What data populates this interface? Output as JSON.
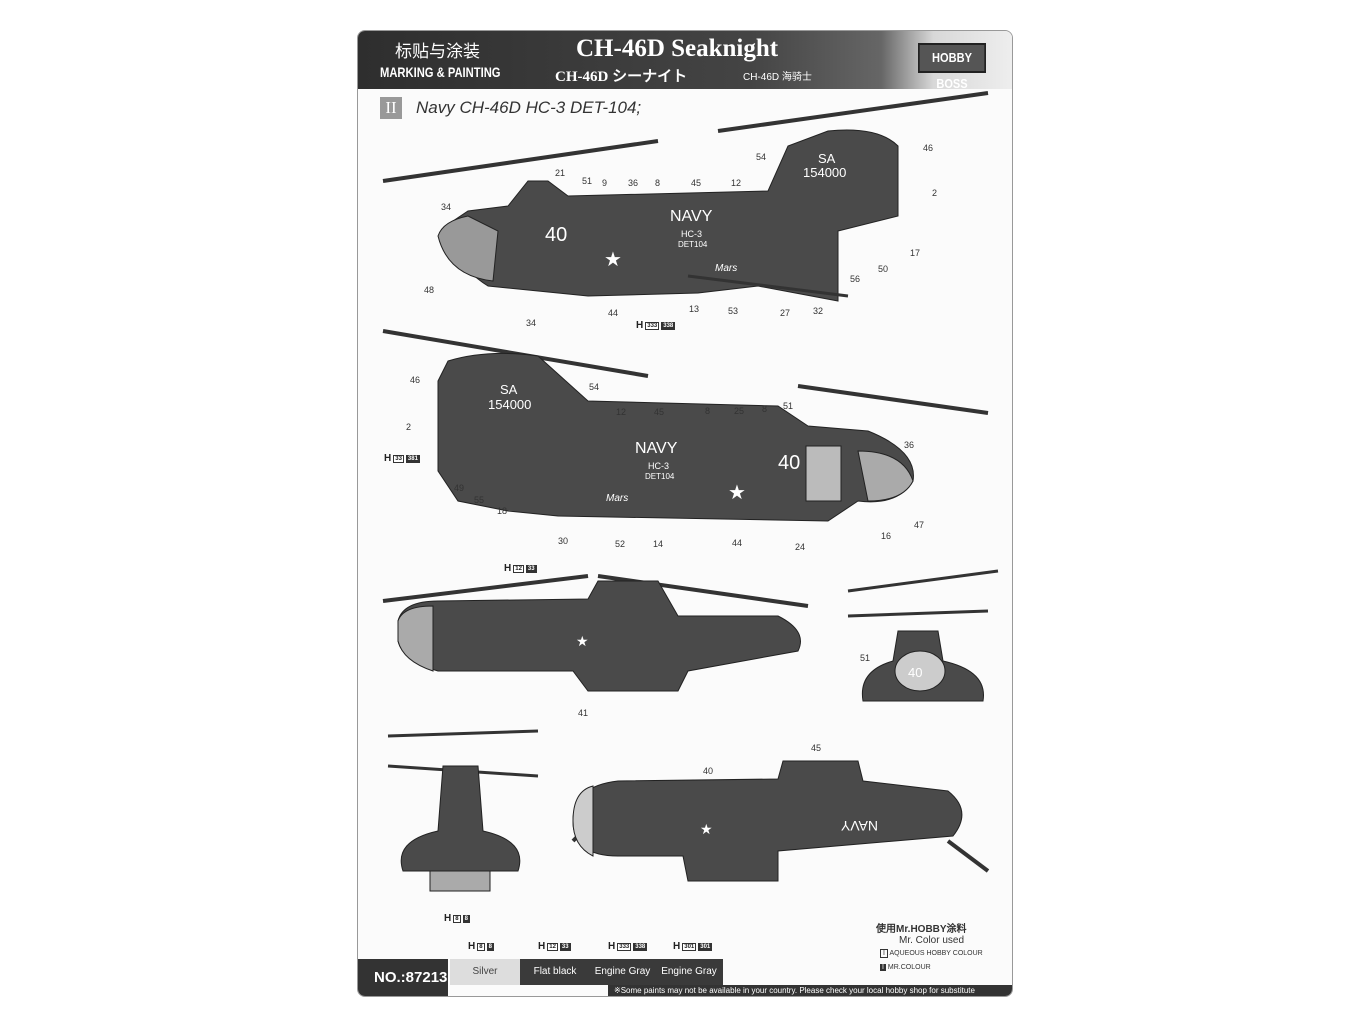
{
  "header": {
    "title_cn": "标贴与涂装",
    "title_en": "MARKING & PAINTING",
    "model": "CH-46D Seaknight",
    "model_jp": "CH-46D シーナイト",
    "model_cn": "CH-46D 海骑士",
    "brand": "HOBBY BOSS"
  },
  "scheme": {
    "numeral": "II",
    "name": "Navy  CH-46D   HC-3 DET-104;"
  },
  "markings": {
    "sa": "SA",
    "serial": "154000",
    "navy": "NAVY",
    "num": "40",
    "unit": "HC-3",
    "det": "DET104",
    "mars": "Mars"
  },
  "callouts": {
    "side_left": [
      "21",
      "51",
      "9",
      "36",
      "8",
      "45",
      "12",
      "54",
      "46",
      "2",
      "34",
      "17",
      "50",
      "56",
      "48",
      "34",
      "44",
      "13",
      "53",
      "27",
      "32"
    ],
    "side_right": [
      "46",
      "54",
      "12",
      "45",
      "8",
      "25",
      "8",
      "51",
      "36",
      "2",
      "49",
      "55",
      "18",
      "47",
      "16",
      "30",
      "52",
      "14",
      "44",
      "24"
    ],
    "top": [
      "41"
    ],
    "front": [
      "51"
    ],
    "bottom": [
      "40",
      "45"
    ]
  },
  "paint_refs": [
    {
      "prefix": "H",
      "codes": [
        "333",
        "338"
      ]
    },
    {
      "prefix": "H",
      "codes": [
        "33",
        "381"
      ]
    },
    {
      "prefix": "H",
      "codes": [
        "12",
        "33"
      ]
    },
    {
      "prefix": "H",
      "codes": [
        "8",
        "8"
      ]
    }
  ],
  "paints": [
    {
      "prefix": "H",
      "codes": [
        "8",
        "8"
      ],
      "name": "Silver"
    },
    {
      "prefix": "H",
      "codes": [
        "12",
        "33"
      ],
      "name": "Flat black"
    },
    {
      "prefix": "H",
      "codes": [
        "333",
        "338"
      ],
      "name": "Engine Gray"
    },
    {
      "prefix": "H",
      "codes": [
        "301",
        "301"
      ],
      "name": "Engine Gray"
    }
  ],
  "footer": {
    "product_no": "NO.:87213",
    "note": "※Some paints may not be available in your country. Please check your local hobby shop for substitute"
  },
  "legend": {
    "title_cn": "使用Mr.HOBBY涂料",
    "title_en": "Mr. Color used",
    "aqueous": "AQUEOUS HOBBY COLOUR",
    "mr": "MR.COLOUR",
    "aqueous_box": "I",
    "mr_box": "I"
  }
}
